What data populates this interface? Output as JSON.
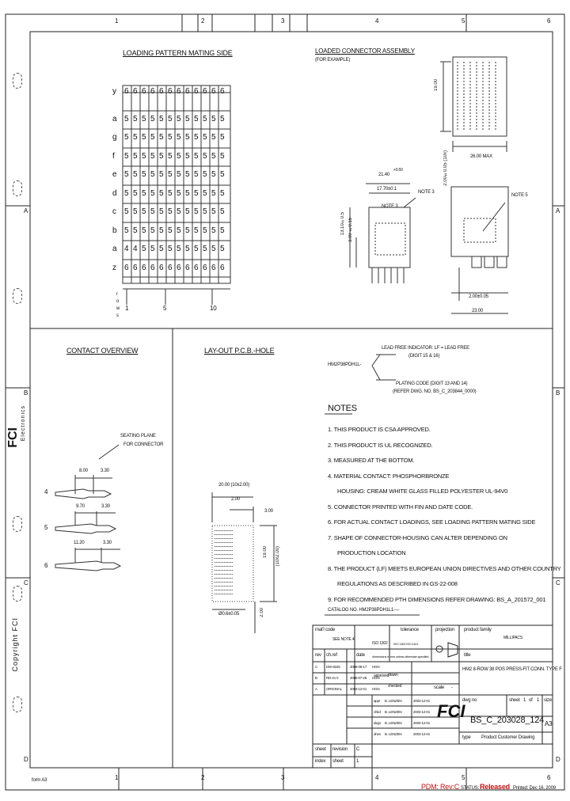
{
  "frame": {
    "top_zones": [
      "1",
      "2",
      "3",
      "4",
      "5",
      "6"
    ],
    "bottom_zones": [
      "1",
      "2",
      "3",
      "4",
      "5",
      "6"
    ],
    "left_zones": [
      "A",
      "B",
      "C",
      "D"
    ],
    "right_zones": [
      "A",
      "B",
      "C",
      "D"
    ],
    "company_vertical": "FCI",
    "company_sub_vertical": "Electronics",
    "copyright_vertical": "Copyright FCI",
    "form_no": "form A3"
  },
  "loading_pattern": {
    "title": "LOADING PATTERN MATING SIDE",
    "rows": [
      {
        "label": "y",
        "cells": [
          "6",
          "6",
          "6",
          "6",
          "6",
          "6",
          "6",
          "6",
          "6",
          "6",
          "6",
          "6"
        ]
      },
      {
        "label": "a",
        "cells": [
          "5",
          "5",
          "5",
          "5",
          "5",
          "5",
          "5",
          "5",
          "5",
          "5",
          "5",
          "5"
        ]
      },
      {
        "label": "g",
        "cells": [
          "5",
          "5",
          "5",
          "5",
          "5",
          "5",
          "5",
          "5",
          "5",
          "5",
          "5",
          "5"
        ]
      },
      {
        "label": "f",
        "cells": [
          "5",
          "5",
          "5",
          "5",
          "5",
          "5",
          "5",
          "5",
          "5",
          "5",
          "5",
          "5"
        ]
      },
      {
        "label": "e",
        "cells": [
          "5",
          "5",
          "5",
          "5",
          "5",
          "5",
          "5",
          "5",
          "5",
          "5",
          "5",
          "5"
        ]
      },
      {
        "label": "d",
        "cells": [
          "5",
          "5",
          "5",
          "5",
          "5",
          "5",
          "5",
          "5",
          "5",
          "5",
          "5",
          "5"
        ]
      },
      {
        "label": "c",
        "cells": [
          "5",
          "5",
          "5",
          "5",
          "5",
          "5",
          "5",
          "5",
          "5",
          "5",
          "5",
          "5"
        ]
      },
      {
        "label": "b",
        "cells": [
          "5",
          "5",
          "5",
          "5",
          "5",
          "5",
          "5",
          "5",
          "5",
          "5",
          "5",
          "5"
        ]
      },
      {
        "label": "a",
        "cells": [
          "4",
          "4",
          "5",
          "5",
          "5",
          "5",
          "5",
          "5",
          "5",
          "5",
          "5",
          "5"
        ]
      },
      {
        "label": "z",
        "cells": [
          "6",
          "6",
          "6",
          "6",
          "6",
          "6",
          "6",
          "6",
          "6",
          "6",
          "6",
          "6"
        ]
      }
    ],
    "col_markers": [
      "1",
      "5",
      "10"
    ],
    "row_axis": [
      "r",
      "o",
      "w",
      "s"
    ]
  },
  "assembly": {
    "title": "LOADED CONNECTOR ASSEMBLY",
    "subtitle": "(FOR EXAMPLE)",
    "dim_height": "19.00",
    "dim_width": "26.00 MAX",
    "dim_side": "21.40",
    "dim_side_tol": "+0.50",
    "dim_step": "17.70±0.1",
    "dim_pitch": "2.00±0.05",
    "dim_vert_1": "13.10±0.5",
    "dim_vert_2": "3.00 ±0.15",
    "dim_vert_3": "2.00±0.05 (10x)",
    "dim_bottom_1": "2.00±0.05",
    "dim_bottom_2": "23.00",
    "note3": "NOTE 3",
    "note3b": "NOTE 3",
    "note5": "NOTE 5"
  },
  "contact_overview": {
    "title": "CONTACT OVERVIEW",
    "seating_1": "SEATING PLANE",
    "seating_2": "FOR CONNECTOR",
    "c4": "4",
    "c5": "5",
    "c6": "6",
    "d4a": "8.00",
    "d4b": "3.30",
    "d5a": "9.70",
    "d5b": "3.30",
    "d6a": "11.20",
    "d6b": "3.30"
  },
  "pcb": {
    "title": "LAY-OUT P.C.B.-HOLE",
    "dim_a": "20.00 (10x2.00)",
    "dim_b": "2.00",
    "dim_c": "3.00",
    "dim_d": "Ø0.6±0.05",
    "dim_e": "2.00",
    "dim_f": "19.00",
    "dim_g": "(10x2.00)"
  },
  "part_code": {
    "part": "HM2P38PDH1L-",
    "lf": "LEAD FREE INDICATOR: LF = LEAD FREE",
    "digit": "(DIGIT 15 & 16)",
    "plating": "PLATING CODE (DIGIT 13 AND 14)",
    "ref": "(REFER DWG. NO. BS_C_203844_0000)"
  },
  "notes": {
    "title": "NOTES",
    "items": [
      "1. THIS PRODUCT IS CSA APPROVED.",
      "2. THIS PRODUCT IS UL RECOGNIZED.",
      "3. MEASURED AT THE BOTTOM.",
      "4. MATERIAL CONTACT: PHOSPHORBRONZE",
      "HOUSING: CREAM WHITE GLASS FILLED POLYESTER UL-94V0",
      "5. CONNECTOR PRINTED WITH FIN AND DATE CODE.",
      "6. FOR ACTUAL CONTACT LOADINGS, SEE LOADING PATTERN MATING SIDE",
      "7. SHAPE OF CONNECTOR-HOUSING CAN ALTER DEPENDING ON",
      "PRODUCTION LOCATION",
      "8. THE PRODUCT (LF) MEETS EUROPEAN UNION DIRECTIVES AND OTHER COUNTRY",
      "REGULATIONS AS DESCRIBED IN GS-22-008",
      "9. FOR RECOMMENDED PTH DIMENSIONS REFER DRAWING: BS_A_201572_001"
    ],
    "catalog": "CATALOG NO. HM2P38PDH1L1----"
  },
  "titleblock": {
    "matl_label": "mat'l code",
    "matl_value": "SEE NOTE 4",
    "tol_label": "tolerance",
    "tol_a": "ISO 1302",
    "tol_b": "ISO 1302 ISO 1101",
    "proj_label": "projection",
    "family_label": "product family",
    "family_value": "MILLIPACS",
    "rev_h1": "rev",
    "rev_h2": "ch.ref",
    "rev_h3": "date",
    "rev_h4": "ch",
    "dims_note": "dimensions in mm unless otherwise specified",
    "title_label": "title",
    "title_value": "HM2 8-ROW 38 POS PRESS-FIT CONN. TYPE F",
    "rev_rows": [
      {
        "rev": "C",
        "ref": "DW-8225",
        "date": "2009-08-17",
        "ch": "HGN"
      },
      {
        "rev": "B",
        "ref": "RD-21 0",
        "date": "2005-07-28",
        "ch": "HGN"
      },
      {
        "rev": "A",
        "ref": "ORIGINAL",
        "date": "2003-12-01",
        "ch": "HGN"
      }
    ],
    "approved": "approved",
    "checked": "checked",
    "drawn": "drawn",
    "scale_label": "scale",
    "scale_value": "-",
    "sign_rows": [
      {
        "role": "appr",
        "name": "B. LENZEN",
        "date": "2003-12-01"
      },
      {
        "role": "chkd",
        "name": "B. LENZEN",
        "date": "2003-12-01"
      },
      {
        "role": "dsgn",
        "name": "B. LENZEN",
        "date": "2003-12-01"
      },
      {
        "role": "drwn",
        "name": "B. LENZEN",
        "date": "2003-12-01"
      }
    ],
    "dwg_label": "dwg no",
    "dwg_value": "BS_C_203028_124",
    "sheet_label": "sheet",
    "sheet_value": "1",
    "of_label": "of",
    "of_value": "1",
    "size_label": "size",
    "size_value": "A3",
    "logo": "FCI",
    "type_label": "type",
    "type_value": "Product Customer Drawing",
    "sheet_h": "sheet",
    "revision_h": "revision",
    "index_h": "index",
    "sheet2_h": "sheet",
    "revision_v": "C",
    "sheet_v": "1"
  },
  "footer": {
    "pdm": "PDM: Rev:C",
    "status_label": "STATUS:",
    "status_value": "Released",
    "printed": "Printed: Dec 16, 2009"
  }
}
